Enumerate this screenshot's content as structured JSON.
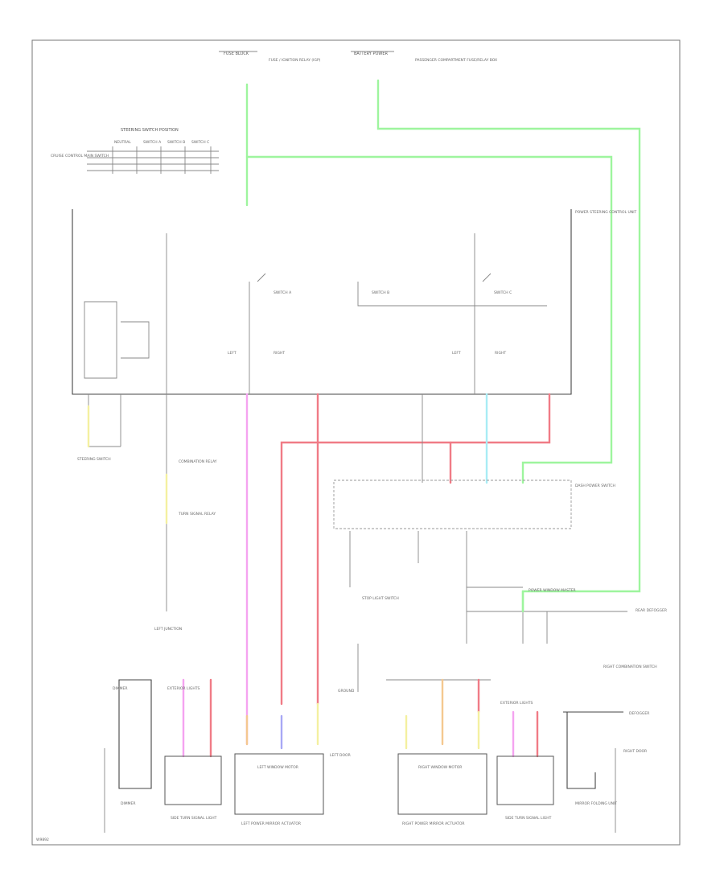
{
  "labels": {
    "fuse_left": "FUSE BLOCK",
    "fuse_right": "BATTERY POWER",
    "fuse_left_note": "FUSE / IGNITION RELAY (IGP)",
    "fuse_right_note": "PASSENGER COMPARTMENT FUSE/RELAY BOX",
    "table_title": "STEERING SWITCH POSITION",
    "table_cols": [
      "NEUTRAL",
      "SWITCH A",
      "SWITCH B",
      "SWITCH C"
    ],
    "table_side": "CRUISE CONTROL MAIN SWITCH",
    "power_steer": "POWER STEERING CONTROL UNIT",
    "switch_a": "SWITCH A",
    "switch_b": "SWITCH B",
    "switch_c": "SWITCH C",
    "left_node": "LEFT",
    "right_node": "RIGHT",
    "ground_l": "STEERING SWITCH",
    "combo_relay": "COMBINATION RELAY",
    "turn_relay": "TURN SIGNAL RELAY",
    "left_junction": "LEFT JUNCTION",
    "ecm": "DASH POWER SWITCH",
    "stop_light": "STOP LIGHT SWITCH",
    "power_tailgate": "POWER WINDOW MASTER",
    "ground_r": "GROUND",
    "rear_control": "REAR DEFOGGER",
    "rear_combination": "RIGHT COMBINATION SWITCH",
    "left_unit": "LEFT WINDOW MOTOR",
    "right_unit": "RIGHT WINDOW MOTOR",
    "left_mirror": "LEFT POWER MIRROR ACTUATOR",
    "right_mirror": "RIGHT POWER MIRROR ACTUATOR",
    "left_view": "SIDE TURN SIGNAL LIGHT",
    "right_view": "SIDE TURN SIGNAL LIGHT",
    "dimmer": "DIMMER",
    "defogger": "DEFOGGER",
    "light_note": "MIRROR FOLDING UNIT",
    "left_door": "LEFT DOOR",
    "right_door": "RIGHT DOOR",
    "exterior_l": "EXTERIOR LIGHTS",
    "exterior_r": "EXTERIOR LIGHTS",
    "left_dimmer": "DIMMER",
    "footnote": "W9892"
  },
  "colors": {
    "green": "#9ef59e",
    "pink": "#f5a3f0",
    "red": "#f07b86",
    "cyan": "#a8ecf5",
    "yellow": "#f4f0a0",
    "orange": "#f4c890",
    "blue": "#a8a8f5"
  }
}
